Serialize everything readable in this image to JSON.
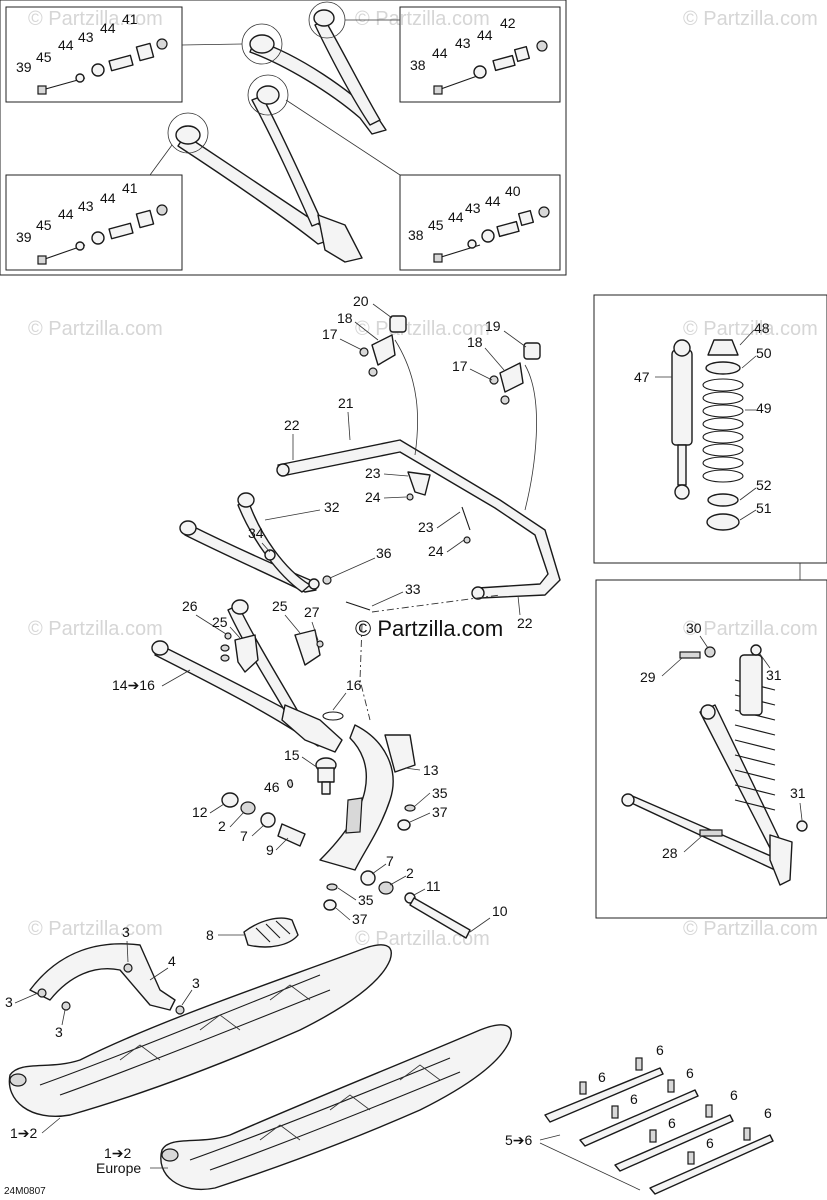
{
  "brand": "© Partzilla.com",
  "watermark": "© Partzilla.com",
  "diagram_code": "24M0807",
  "labels": {
    "l1": "1➔2",
    "l1b": "1➔2",
    "europe": "Europe",
    "l2a": "2",
    "l2b": "2",
    "l3a": "3",
    "l3b": "3",
    "l3c": "3",
    "l3d": "3",
    "l4": "4",
    "l56": "5➔6",
    "l6a": "6",
    "l6b": "6",
    "l6c": "6",
    "l6d": "6",
    "l6e": "6",
    "l6f": "6",
    "l6g": "6",
    "l6h": "6",
    "l7a": "7",
    "l7b": "7",
    "l8": "8",
    "l9": "9",
    "l10": "10",
    "l11": "11",
    "l12": "12",
    "l13": "13",
    "l1416": "14➔16",
    "l15": "15",
    "l16": "16",
    "l17a": "17",
    "l17b": "17",
    "l18a": "18",
    "l18b": "18",
    "l19": "19",
    "l20": "20",
    "l21": "21",
    "l22a": "22",
    "l22b": "22",
    "l23a": "23",
    "l23b": "23",
    "l24a": "24",
    "l24b": "24",
    "l25a": "25",
    "l25b": "25",
    "l26": "26",
    "l27": "27",
    "l28": "28",
    "l29": "29",
    "l30": "30",
    "l31a": "31",
    "l31b": "31",
    "l32": "32",
    "l33": "33",
    "l34": "34",
    "l35a": "35",
    "l35b": "35",
    "l36": "36",
    "l37a": "37",
    "l37b": "37",
    "b1_41": "41",
    "b1_44a": "44",
    "b1_44b": "44",
    "b1_43": "43",
    "b1_45": "45",
    "b1_39": "39",
    "b2_42": "42",
    "b2_44a": "44",
    "b2_44b": "44",
    "b2_43": "43",
    "b2_38": "38",
    "b3_41": "41",
    "b3_44a": "44",
    "b3_44b": "44",
    "b3_43": "43",
    "b3_45": "45",
    "b3_39": "39",
    "b4_40": "40",
    "b4_44a": "44",
    "b4_44b": "44",
    "b4_43": "43",
    "b4_45": "45",
    "b4_38": "38",
    "l46": "46",
    "l47": "47",
    "l48": "48",
    "l49": "49",
    "l50": "50",
    "l51": "51",
    "l52": "52"
  },
  "colors": {
    "line": "#1a1a1a",
    "watermark": "#d6d6d6"
  }
}
